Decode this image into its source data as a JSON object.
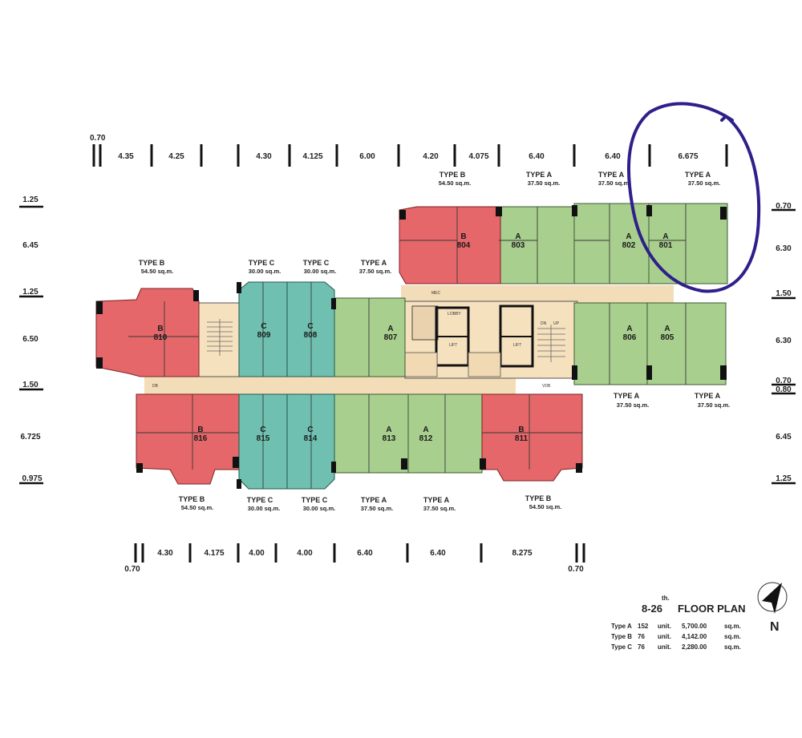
{
  "plan": {
    "title_floors": "8-26",
    "title_superscript": "th.",
    "title_text": "FLOOR PLAN",
    "north_label": "N",
    "colors": {
      "type_a": "#a8cf8e",
      "type_b": "#e5676a",
      "type_c": "#6fc0b0",
      "core": "#f6e1bf",
      "corridor": "#f3dcb8",
      "annotation": "#2e1f8a"
    }
  },
  "dimensions": {
    "top_small": "0.70",
    "top": [
      "4.35",
      "4.25",
      "4.30",
      "4.125",
      "6.00",
      "4.20",
      "4.075",
      "6.40",
      "6.40",
      "6.675"
    ],
    "bottom": [
      "4.30",
      "4.175",
      "4.00",
      "4.00",
      "6.40",
      "6.40",
      "8.275"
    ],
    "bottom_left_small": "0.70",
    "bottom_right_small": "0.70",
    "left": [
      "1.25",
      "6.45",
      "1.25",
      "6.50",
      "1.50",
      "6.725",
      "0.975"
    ],
    "right": [
      "0.70",
      "6.30",
      "1.50",
      "6.30",
      "0.70",
      "0.80",
      "6.45",
      "1.25"
    ]
  },
  "labels": {
    "b804": {
      "type": "TYPE B",
      "area": "54.50 sq.m."
    },
    "a803": {
      "type": "TYPE A",
      "area": "37.50 sq.m."
    },
    "a802": {
      "type": "TYPE A",
      "area": "37.50 sq.m."
    },
    "a801": {
      "type": "TYPE A",
      "area": "37.50 sq.m."
    },
    "b810": {
      "type": "TYPE B",
      "area": "54.50 sq.m."
    },
    "c809": {
      "type": "TYPE C",
      "area": "30.00 sq.m."
    },
    "c808": {
      "type": "TYPE C",
      "area": "30.00 sq.m."
    },
    "a807": {
      "type": "TYPE A",
      "area": "37.50 sq.m."
    },
    "a806": {
      "type": "TYPE A",
      "area": "37.50 sq.m."
    },
    "a805": {
      "type": "TYPE A",
      "area": "37.50 sq.m."
    },
    "b816": {
      "type": "TYPE B",
      "area": "54.50 sq.m."
    },
    "c815": {
      "type": "TYPE C",
      "area": "30.00 sq.m."
    },
    "c814": {
      "type": "TYPE C",
      "area": "30.00 sq.m."
    },
    "a813": {
      "type": "TYPE A",
      "area": "37.50 sq.m."
    },
    "a812": {
      "type": "TYPE A",
      "area": "37.50 sq.m."
    },
    "b811": {
      "type": "TYPE B",
      "area": "54.50 sq.m."
    }
  },
  "units": [
    {
      "id": "804",
      "type": "B"
    },
    {
      "id": "803",
      "type": "A"
    },
    {
      "id": "802",
      "type": "A"
    },
    {
      "id": "801",
      "type": "A"
    },
    {
      "id": "810",
      "type": "B"
    },
    {
      "id": "809",
      "type": "C"
    },
    {
      "id": "808",
      "type": "C"
    },
    {
      "id": "807",
      "type": "A"
    },
    {
      "id": "806",
      "type": "A"
    },
    {
      "id": "805",
      "type": "A"
    },
    {
      "id": "816",
      "type": "B"
    },
    {
      "id": "815",
      "type": "C"
    },
    {
      "id": "814",
      "type": "C"
    },
    {
      "id": "813",
      "type": "A"
    },
    {
      "id": "812",
      "type": "A"
    },
    {
      "id": "811",
      "type": "B"
    }
  ],
  "summary": [
    {
      "type": "Type A",
      "count": "152",
      "unit_word": "unit.",
      "area": "5,700.00",
      "area_unit": "sq.m."
    },
    {
      "type": "Type B",
      "count": "76",
      "unit_word": "unit.",
      "area": "4,142.00",
      "area_unit": "sq.m."
    },
    {
      "type": "Type C",
      "count": "76",
      "unit_word": "unit.",
      "area": "2,280.00",
      "area_unit": "sq.m."
    }
  ]
}
